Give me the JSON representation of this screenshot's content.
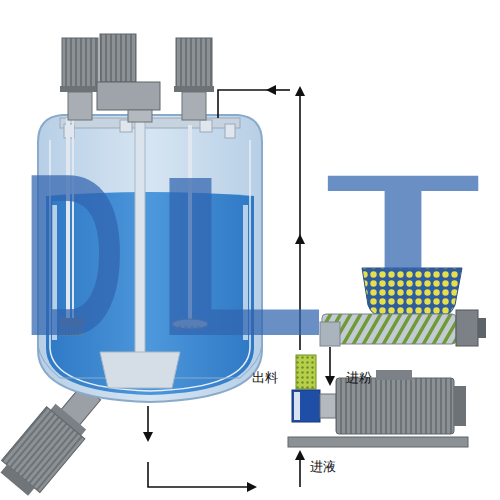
{
  "diagram": {
    "labels": [
      "出料",
      "进粉",
      "进液",
      "D",
      "L",
      "T"
    ]
  }
}
